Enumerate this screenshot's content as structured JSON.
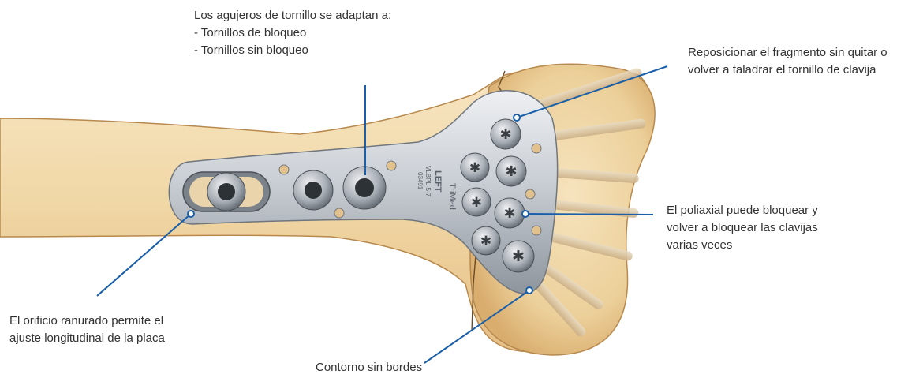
{
  "annotations": {
    "screw_holes": {
      "lines": [
        "Los agujeros de tornillo se adaptan a:",
        "- Tornillos de bloqueo",
        "- Tornillos sin bloqueo"
      ]
    },
    "reposition": {
      "lines": [
        "Reposicionar el fragmento sin quitar o",
        "volver a taladrar el tornillo de clavija"
      ]
    },
    "polyaxial": {
      "lines": [
        "El poliaxial puede bloquear y",
        "volver a bloquear las clavijas",
        "varias veces"
      ]
    },
    "slotted_hole": {
      "lines": [
        "El orificio ranurado permite el",
        "ajuste longitudinal de la placa"
      ]
    },
    "contour": {
      "lines": [
        "Contorno sin bordes"
      ]
    }
  },
  "plate_engraving": {
    "side": "LEFT",
    "code": "VLBPL-5-7",
    "lot": "03491",
    "brand": "TriMed"
  },
  "colors": {
    "callout_line": "#1a5fa8",
    "bone": "#f1d9a8",
    "plate": "#cfd3d8"
  }
}
